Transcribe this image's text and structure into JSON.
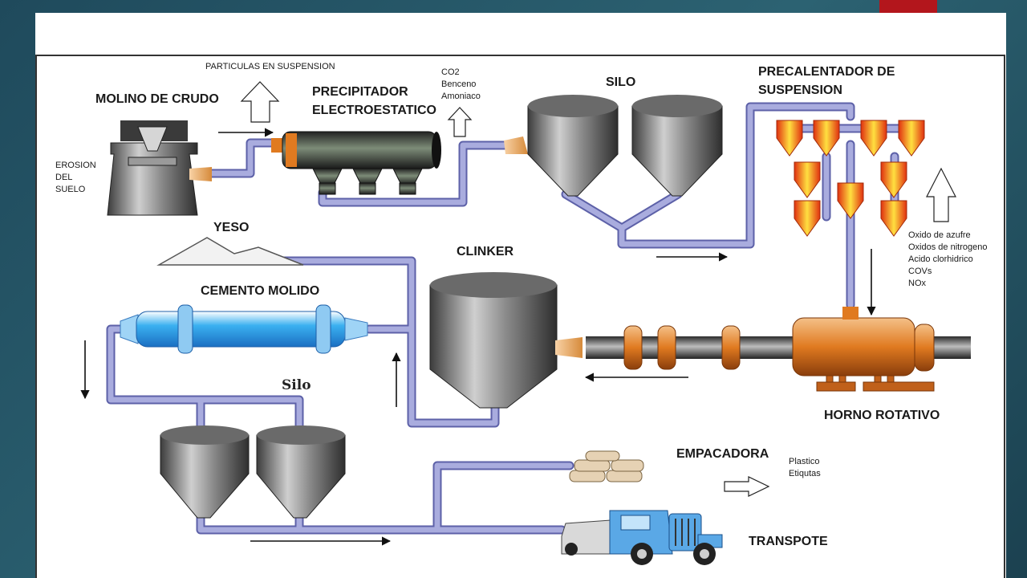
{
  "labels": {
    "molino": "MOLINO DE CRUDO",
    "precipitador_1": "PRECIPITADOR",
    "precipitador_2": "ELECTROESTATICO",
    "silo_top": "SILO",
    "precalentador_1": "PRECALENTADOR DE",
    "precalentador_2": "SUSPENSION",
    "yeso": "YESO",
    "clinker": "CLINKER",
    "cemento": "CEMENTO MOLIDO",
    "silo_bottom": "Silo",
    "horno": "HORNO ROTATIVO",
    "empacadora": "EMPACADORA",
    "transporte": "TRANSPOTE"
  },
  "emissions": {
    "particulas": "PARTICULAS EN SUSPENSION",
    "erosion": [
      "EROSION",
      "DEL",
      "SUELO"
    ],
    "gases_precipitador": [
      "CO2",
      "Benceno",
      "Amoniaco"
    ],
    "gases_horno": [
      "Oxido de azufre",
      "Oxidos de nitrogeno",
      "Acido clorhidrico",
      "COVs",
      "NOx"
    ],
    "empaque": [
      "Plastico",
      "Etiqutas"
    ]
  },
  "colors": {
    "pipe": "#a9acde",
    "pipe_stroke": "#5d61a8",
    "silo": "#7d7d7d",
    "cyclone": "#f0a020",
    "kiln": "#e07a20",
    "accent_bar": "#b3161c"
  }
}
